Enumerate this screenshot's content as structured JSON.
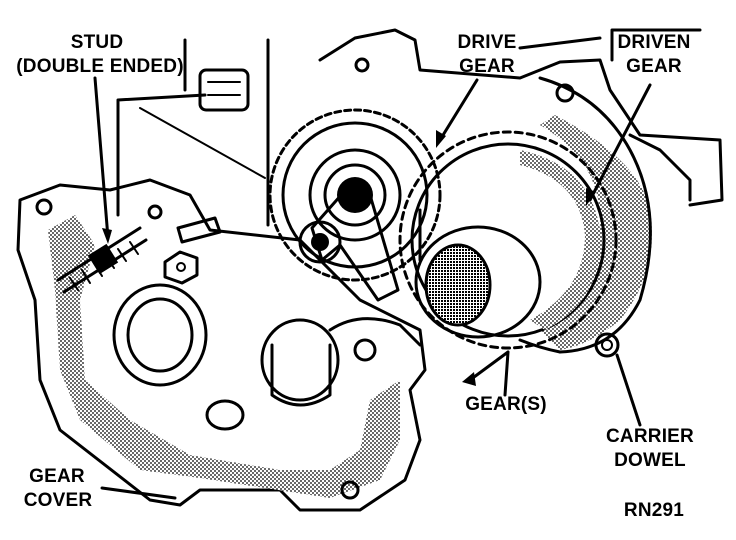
{
  "labels": {
    "stud_line1": "STUD",
    "stud_line2": "(DOUBLE ENDED)",
    "drive_gear_line1": "DRIVE",
    "drive_gear_line2": "GEAR",
    "driven_gear_line1": "DRIVEN",
    "driven_gear_line2": "GEAR",
    "gears": "GEAR(S)",
    "carrier_dowel_line1": "CARRIER",
    "carrier_dowel_line2": "DOWEL",
    "gear_cover_line1": "GEAR",
    "gear_cover_line2": "COVER",
    "figure_code": "RN291"
  }
}
